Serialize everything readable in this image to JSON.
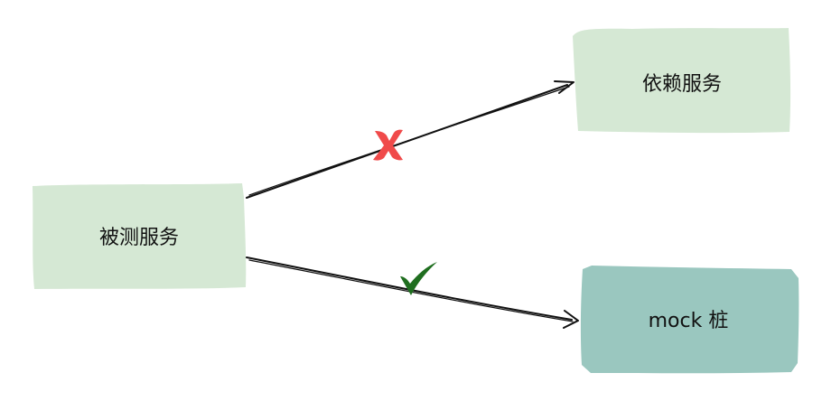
{
  "nodes": {
    "service_under_test": {
      "label": "被测服务",
      "fill": "#d5e8d4"
    },
    "dependency_service": {
      "label": "依赖服务",
      "fill": "#d5e8d4"
    },
    "mock_stub": {
      "label": "mock 桩",
      "fill": "#9ac7bf"
    }
  },
  "markers": {
    "blocked_call": {
      "icon": "cross-mark-icon",
      "color": "#f04a4a"
    },
    "allowed_call": {
      "icon": "check-mark-icon",
      "color": "#1f6e1f"
    }
  }
}
